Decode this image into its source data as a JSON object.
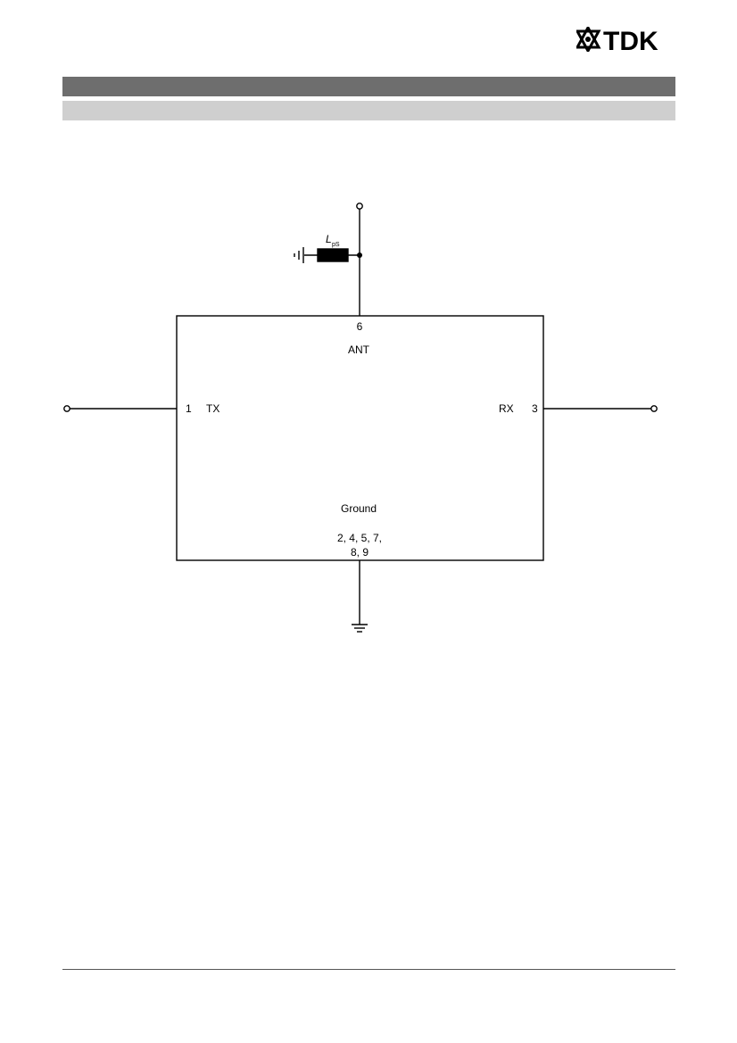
{
  "header": {
    "brand": "TDK"
  },
  "schematic": {
    "inductor": {
      "symbol": "L",
      "subscript": "pS"
    },
    "pins": {
      "ant_number": "6",
      "ant_label": "ANT",
      "tx_number": "1",
      "tx_label": "TX",
      "rx_label": "RX",
      "rx_number": "3",
      "ground_label": "Ground",
      "ground_pins_line1": "2, 4, 5, 7,",
      "ground_pins_line2": "8, 9"
    }
  }
}
